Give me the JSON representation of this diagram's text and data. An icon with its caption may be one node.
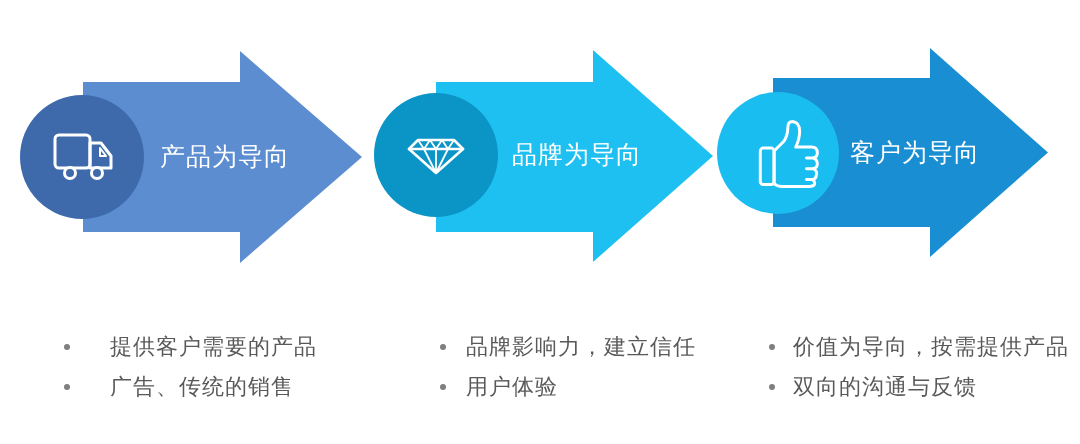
{
  "diagram": {
    "nodes": [
      {
        "text": [
          "产品为导向"
        ],
        "beside": [
          "提供客户需要的产品",
          "广告、传统的销售"
        ]
      },
      {
        "text": [
          "品牌为导向"
        ],
        "beside": [
          "品牌影响力，建立信任",
          "用户体验"
        ]
      },
      {
        "text": [
          "客户为导向"
        ],
        "beside": [
          "价值为导向，按需提供产品",
          "双向的沟通与反馈"
        ]
      }
    ]
  }
}
